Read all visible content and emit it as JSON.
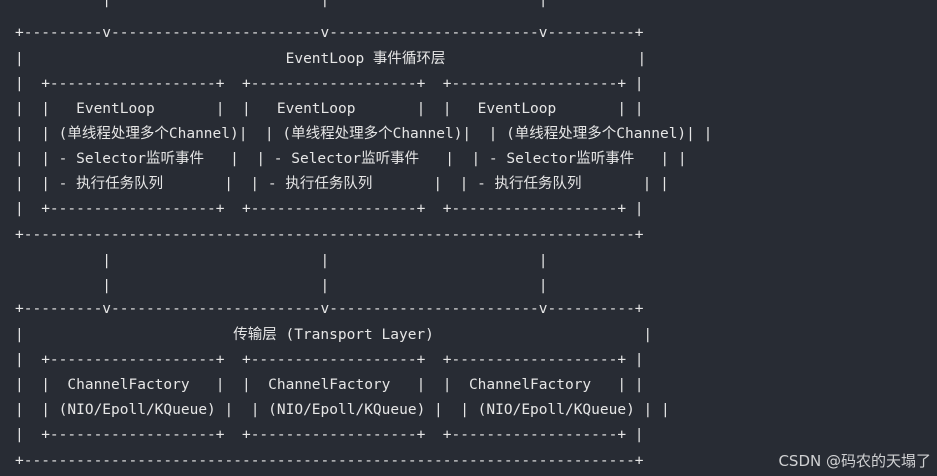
{
  "diagram": {
    "lines": [
      "          |                        |                        |",
      "+---------v------------------------v------------------------v----------+",
      "|                              EventLoop 事件循环层                      |",
      "|  +-------------------+  +-------------------+  +-------------------+ |",
      "|  |   EventLoop       |  |   EventLoop       |  |   EventLoop       | |",
      "|  | (单线程处理多个Channel)|  | (单线程处理多个Channel)|  | (单线程处理多个Channel)| |",
      "|  | - Selector监听事件   |  | - Selector监听事件   |  | - Selector监听事件   | |",
      "|  | - 执行任务队列       |  | - 执行任务队列       |  | - 执行任务队列       | |",
      "|  +-------------------+  +-------------------+  +-------------------+ |",
      "+----------------------------------------------------------------------+",
      "          |                        |                        |",
      "          |                        |                        |",
      "+---------v------------------------v------------------------v----------+",
      "|                        传输层 (Transport Layer)                        |",
      "|  +-------------------+  +-------------------+  +-------------------+ |",
      "|  |  ChannelFactory   |  |  ChannelFactory   |  |  ChannelFactory   | |",
      "|  | (NIO/Epoll/KQueue) |  | (NIO/Epoll/KQueue) |  | (NIO/Epoll/KQueue) | |",
      "|  +-------------------+  +-------------------+  +-------------------+ |",
      "+----------------------------------------------------------------------+"
    ]
  },
  "watermark": "CSDN @码农的天塌了",
  "colors": {
    "background": "#282c34",
    "text": "#e6e6e6"
  }
}
